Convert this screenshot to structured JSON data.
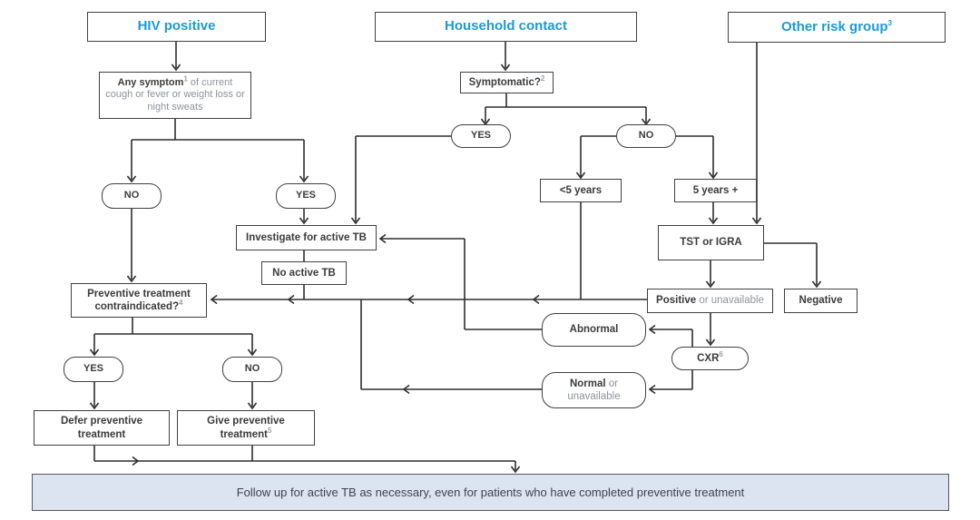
{
  "colors": {
    "accent_blue": "#1a9ad6",
    "line": "#2e2e2e",
    "box_border": "#3f4042",
    "text_dark": "#3b3b3b",
    "text_gray": "#8d939b",
    "bar_fill": "#dde4f1"
  },
  "headers": {
    "hiv": "HIV positive",
    "household": "Household contact",
    "other": {
      "label": "Other risk group",
      "sup": "3"
    }
  },
  "nodes": {
    "any_symptom": {
      "bold": "Any symptom",
      "sup": "1",
      "rest": " of current cough or fever or weight loss or night sweats"
    },
    "symptomatic": {
      "label": "Symptomatic?",
      "sup": "2"
    },
    "yes_symptomatic": "YES",
    "no_symptomatic": "NO",
    "under_5_years": "<5 years",
    "five_years_plus": "5 years +",
    "no_symptom": "NO",
    "yes_symptom": "YES",
    "investigate": "Investigate for active TB",
    "no_active_tb": "No active TB",
    "tst_igra": "TST or IGRA",
    "positive": {
      "bold": "Positive",
      "rest": " or unavailable"
    },
    "negative": "Negative",
    "contraindicated": {
      "line1": "Preventive treatment",
      "line2": "contraindicated?",
      "sup": "4"
    },
    "abnormal": "Abnormal",
    "cxr": {
      "label": "CXR",
      "sup": "6"
    },
    "normal": {
      "bold": "Normal",
      "rest": " or unavailable"
    },
    "yes_contra": "YES",
    "no_contra": "NO",
    "defer": "Defer preventive treatment",
    "give": {
      "label": "Give preventive treatment",
      "sup": "5"
    },
    "followup": "Follow up for active TB as necessary, even for patients who have completed preventive treatment"
  }
}
